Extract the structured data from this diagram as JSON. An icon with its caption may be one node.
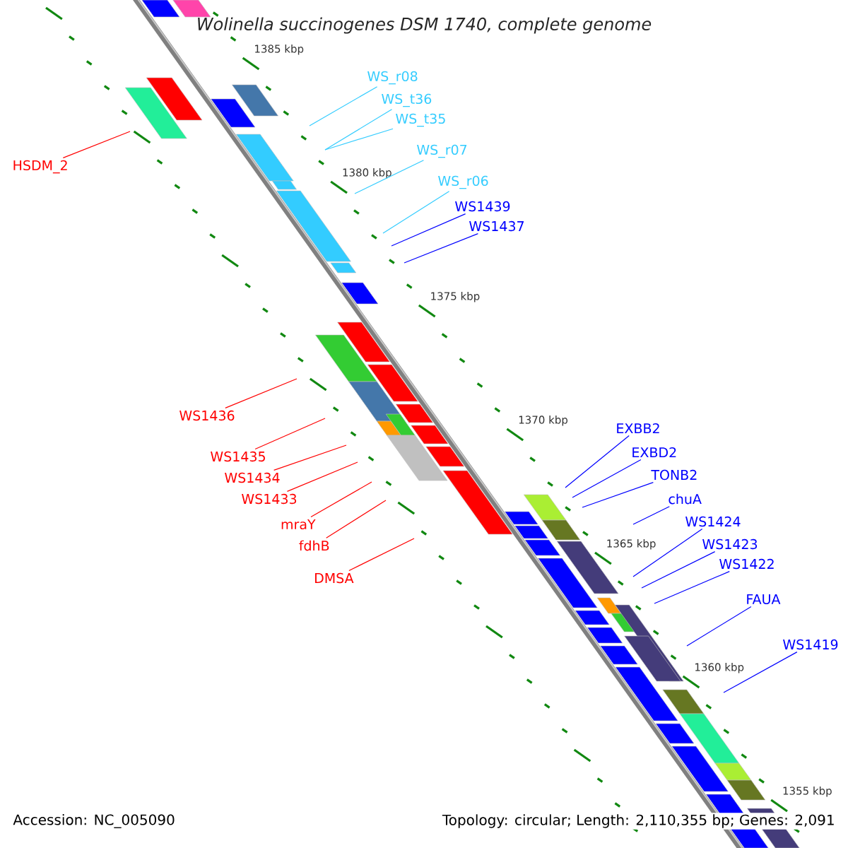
{
  "diagram": {
    "title": "Wolinella succinogenes DSM 1740, complete genome",
    "nodes": [
      {
        "text": [
          "WS_r08"
        ]
      },
      {
        "text": [
          "WS_t36"
        ]
      },
      {
        "text": [
          "WS_t35"
        ]
      },
      {
        "text": [
          "WS_r07"
        ]
      },
      {
        "text": [
          "HSDM_2"
        ]
      },
      {
        "text": [
          "WS_r06"
        ]
      },
      {
        "text": [
          "WS1439"
        ]
      },
      {
        "text": [
          "WS1437"
        ]
      },
      {
        "text": [
          "WS1436"
        ]
      },
      {
        "text": [
          "EXBB2"
        ]
      },
      {
        "text": [
          "EXBD2"
        ]
      },
      {
        "text": [
          "WS1435"
        ]
      },
      {
        "text": [
          "TONB2"
        ]
      },
      {
        "text": [
          "WS1434"
        ]
      },
      {
        "text": [
          "WS1433"
        ]
      },
      {
        "text": [
          "chuA"
        ]
      },
      {
        "text": [
          "WS1424"
        ]
      },
      {
        "text": [
          "mraY"
        ]
      },
      {
        "text": [
          "WS1423"
        ]
      },
      {
        "text": [
          "fdhB"
        ]
      },
      {
        "text": [
          "WS1422"
        ]
      },
      {
        "text": [
          "DMSA"
        ]
      },
      {
        "text": [
          "FAUA"
        ]
      },
      {
        "text": [
          "WS1419"
        ]
      }
    ],
    "edges": [
      {
        "from": 0,
        "to": null,
        "arrow": "none",
        "color": "#33ccff"
      },
      {
        "from": 1,
        "to": null,
        "arrow": "none",
        "color": "#33ccff"
      },
      {
        "from": 2,
        "to": null,
        "arrow": "none",
        "color": "#33ccff"
      },
      {
        "from": 3,
        "to": null,
        "arrow": "none",
        "color": "#33ccff"
      },
      {
        "from": 4,
        "to": null,
        "arrow": "none",
        "color": "#ff0000"
      },
      {
        "from": 5,
        "to": null,
        "arrow": "none",
        "color": "#33ccff"
      },
      {
        "from": 6,
        "to": null,
        "arrow": "none"
      },
      {
        "from": 7,
        "to": null,
        "arrow": "none"
      },
      {
        "from": 8,
        "to": null,
        "arrow": "none",
        "color": "#ff0000"
      },
      {
        "from": 9,
        "to": null,
        "arrow": "none"
      },
      {
        "from": 10,
        "to": null,
        "arrow": "none"
      },
      {
        "from": 11,
        "to": null,
        "arrow": "none",
        "color": "#ff0000"
      },
      {
        "from": 12,
        "to": null,
        "arrow": "none"
      },
      {
        "from": 13,
        "to": null,
        "arrow": "none",
        "color": "#ff0000"
      },
      {
        "from": 14,
        "to": null,
        "arrow": "none",
        "color": "#ff0000"
      },
      {
        "from": 15,
        "to": null,
        "arrow": "none"
      },
      {
        "from": 16,
        "to": null,
        "arrow": "none"
      },
      {
        "from": 17,
        "to": null,
        "arrow": "none",
        "color": "#ff0000"
      },
      {
        "from": 18,
        "to": null,
        "arrow": "none"
      },
      {
        "from": 19,
        "to": null,
        "arrow": "none",
        "color": "#ff0000"
      },
      {
        "from": 20,
        "to": null,
        "arrow": "none"
      },
      {
        "from": 21,
        "to": null,
        "arrow": "none",
        "color": "#ff0000"
      },
      {
        "from": 22,
        "to": null,
        "arrow": "none"
      },
      {
        "from": 23,
        "to": null,
        "arrow": "none"
      }
    ],
    "labels": [
      "1385 kbp",
      "1380 kbp",
      "1375 kbp",
      "1370 kbp",
      "1365 kbp",
      "1360 kbp",
      "1355 kbp",
      "Accession: NC_005090",
      "Topology: circular; Length: 2,110,355 bp; Genes: 2,091"
    ]
  }
}
